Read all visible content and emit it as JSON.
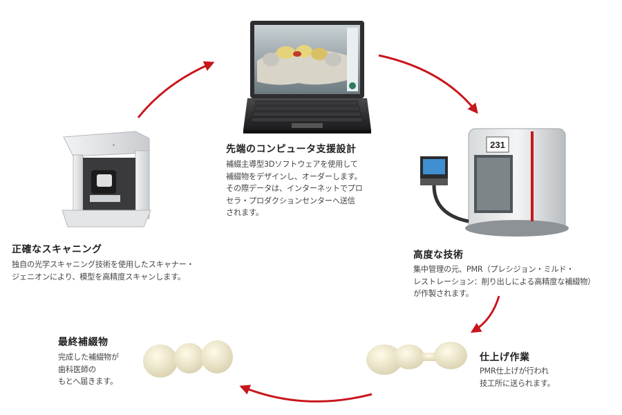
{
  "colors": {
    "arrow": "#c8161d",
    "heading": "#1f1f1f",
    "text": "#444444"
  },
  "steps": {
    "design": {
      "title": "先端のコンピュータ支援設計",
      "lines": [
        "補綴主導型3Dソフトウェアを使用して",
        "補綴物をデザインし、オーダーします。",
        "その際データは、インターネットでプロ",
        "セラ・プロダクションセンターへ送信",
        "されます。"
      ]
    },
    "scanning": {
      "title": "正確なスキャニング",
      "lines": [
        "独自の光学スキャニング技術を使用したスキャナー・",
        "ジェニオンにより、模型を高精度スキャンします。"
      ]
    },
    "technology": {
      "title": "高度な技術",
      "lines": [
        "集中管理の元、PMR（プレシジョン・ミルド・",
        "レストレーション：削り出しによる高精度な補綴物）",
        "が作製されます。"
      ]
    },
    "finishing": {
      "title": "仕上げ作業",
      "lines": [
        "PMR仕上げが行われ",
        "技工所に送られます。"
      ]
    },
    "final": {
      "title": "最終補綴物",
      "lines": [
        "完成した補綴物が",
        "歯科医師の",
        "もとへ届きます。"
      ]
    }
  },
  "machine": {
    "panel_number": "231"
  }
}
